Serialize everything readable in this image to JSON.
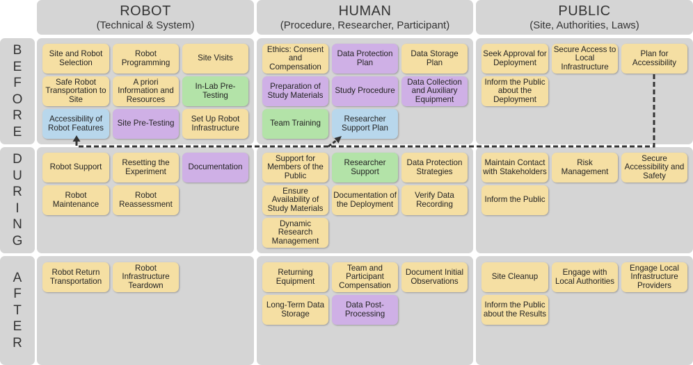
{
  "columns": [
    {
      "title": "ROBOT",
      "subtitle": "(Technical & System)"
    },
    {
      "title": "HUMAN",
      "subtitle": "(Procedure, Researcher, Participant)"
    },
    {
      "title": "PUBLIC",
      "subtitle": "(Site, Authorities, Laws)"
    }
  ],
  "rows": [
    {
      "letters": [
        "B",
        "E",
        "F",
        "O",
        "R",
        "E"
      ]
    },
    {
      "letters": [
        "D",
        "U",
        "R",
        "I",
        "N",
        "G"
      ]
    },
    {
      "letters": [
        "A",
        "F",
        "T",
        "E",
        "R"
      ]
    }
  ],
  "colors": {
    "yellow": "#f5dfa3",
    "purple": "#cfb0e6",
    "green": "#b3e3a8",
    "blue": "#b8d7ec",
    "panel": "#d5d5d5",
    "connector": "#333333"
  },
  "cells": {
    "robot_before": [
      {
        "label": "Site and Robot Selection",
        "color": "yellow"
      },
      {
        "label": "Robot Programming",
        "color": "yellow"
      },
      {
        "label": "Site Visits",
        "color": "yellow"
      },
      {
        "label": "Safe Robot Transportation to Site",
        "color": "yellow"
      },
      {
        "label": "A priori Information and Resources",
        "color": "yellow"
      },
      {
        "label": "In-Lab Pre-Testing",
        "color": "green"
      },
      {
        "label": "Accessibility of Robot Features",
        "color": "blue"
      },
      {
        "label": "Site Pre-Testing",
        "color": "purple"
      },
      {
        "label": "Set Up Robot Infrastructure",
        "color": "yellow"
      }
    ],
    "human_before": [
      {
        "label": "Ethics: Consent and Compensation",
        "color": "yellow"
      },
      {
        "label": "Data Protection Plan",
        "color": "purple"
      },
      {
        "label": "Data Storage Plan",
        "color": "yellow"
      },
      {
        "label": "Preparation of Study Materials",
        "color": "purple"
      },
      {
        "label": "Study Procedure",
        "color": "purple"
      },
      {
        "label": "Data Collection and Auxiliary Equipment",
        "color": "purple"
      },
      {
        "label": "Team Training",
        "color": "green"
      },
      {
        "label": "Researcher Support Plan",
        "color": "blue"
      }
    ],
    "public_before": [
      {
        "label": "Seek Approval for Deployment",
        "color": "yellow"
      },
      {
        "label": "Secure Access to Local Infrastructure",
        "color": "yellow"
      },
      {
        "label": "Plan for Accessibility",
        "color": "yellow"
      },
      {
        "label": "Inform the Public about the Deployment",
        "color": "yellow"
      }
    ],
    "robot_during": [
      {
        "label": "Robot Support",
        "color": "yellow"
      },
      {
        "label": "Resetting the Experiment",
        "color": "yellow"
      },
      {
        "label": "Documentation",
        "color": "purple"
      },
      {
        "label": "Robot Maintenance",
        "color": "yellow"
      },
      {
        "label": "Robot Reassessment",
        "color": "yellow"
      }
    ],
    "human_during": [
      {
        "label": "Support for Members of the Public",
        "color": "yellow"
      },
      {
        "label": "Researcher Support",
        "color": "green"
      },
      {
        "label": "Data Protection Strategies",
        "color": "yellow"
      },
      {
        "label": "Ensure Availability of Study Materials",
        "color": "yellow"
      },
      {
        "label": "Documentation of the Deployment",
        "color": "yellow"
      },
      {
        "label": "Verify Data Recording",
        "color": "yellow"
      },
      {
        "label": "Dynamic Research Management",
        "color": "yellow"
      }
    ],
    "public_during": [
      {
        "label": "Maintain Contact with Stakeholders",
        "color": "yellow"
      },
      {
        "label": "Risk Management",
        "color": "yellow"
      },
      {
        "label": "Secure Accessibility and Safety",
        "color": "yellow"
      },
      {
        "label": "Inform the Public",
        "color": "yellow"
      }
    ],
    "robot_after": [
      {
        "label": "Robot Return Transportation",
        "color": "yellow"
      },
      {
        "label": "Robot Infrastructure Teardown",
        "color": "yellow"
      }
    ],
    "human_after": [
      {
        "label": "Returning Equipment",
        "color": "yellow"
      },
      {
        "label": "Team and Participant Compensation",
        "color": "yellow"
      },
      {
        "label": "Document Initial Observations",
        "color": "yellow"
      },
      {
        "label": "Long-Term Data Storage",
        "color": "yellow"
      },
      {
        "label": "Data Post-Processing",
        "color": "purple"
      }
    ],
    "public_after": [
      {
        "label": "Site Cleanup",
        "color": "yellow"
      },
      {
        "label": "Engage with Local Authorities",
        "color": "yellow"
      },
      {
        "label": "Engage Local Infrastructure Providers",
        "color": "yellow"
      },
      {
        "label": "Inform the Public about the Results",
        "color": "yellow"
      }
    ]
  }
}
